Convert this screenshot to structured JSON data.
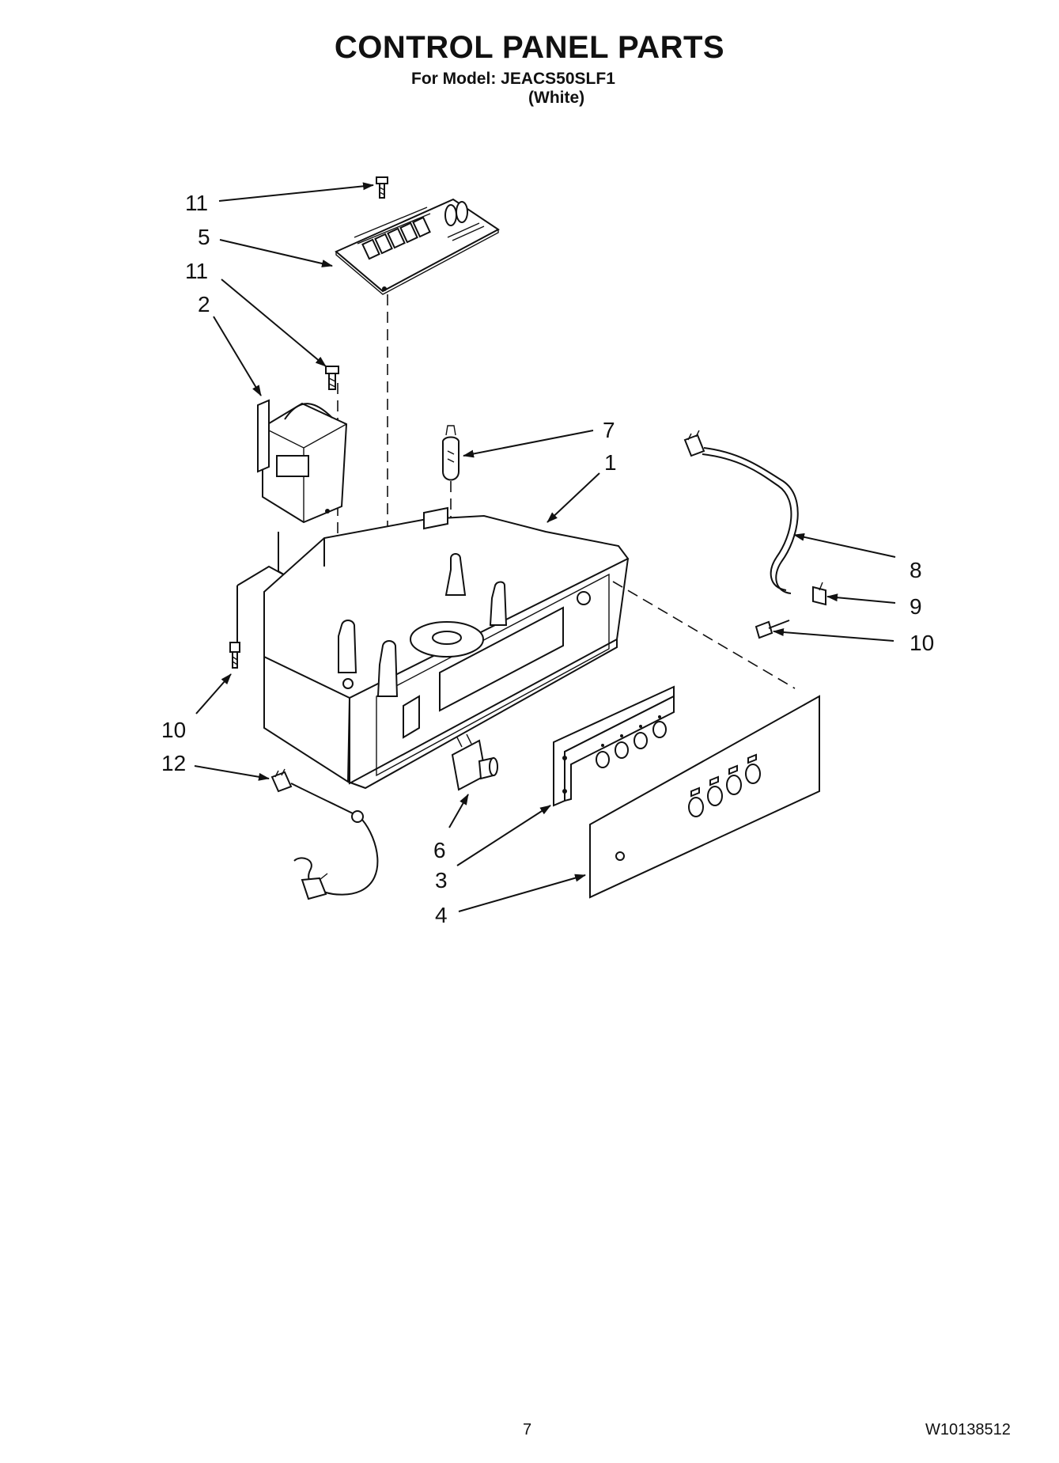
{
  "header": {
    "title": "CONTROL PANEL PARTS",
    "model": "For Model: JEACS50SLF1",
    "color": "(White)"
  },
  "callouts": [
    "11",
    "5",
    "11",
    "2",
    "7",
    "1",
    "8",
    "9",
    "10",
    "10",
    "12",
    "6",
    "3",
    "4"
  ],
  "footer": {
    "page_number": "7",
    "doc_number": "W10138512"
  }
}
